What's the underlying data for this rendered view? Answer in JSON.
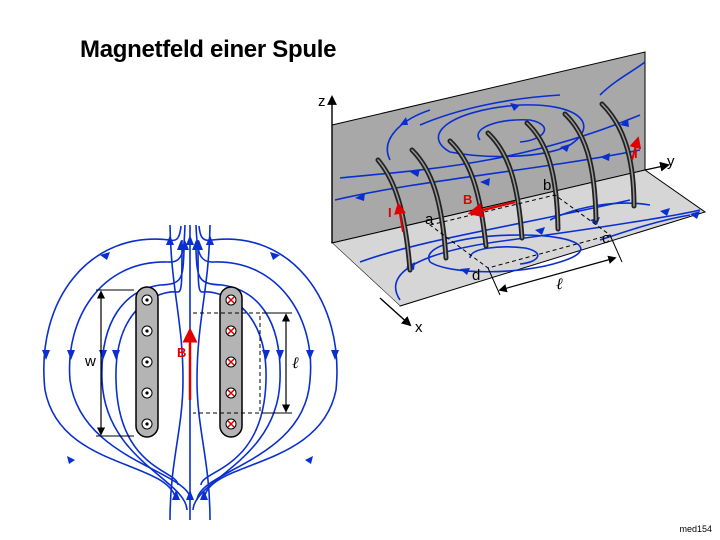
{
  "title": "Magnetfeld einer Spule",
  "footer": "med154",
  "left_diagram": {
    "width_label": "w",
    "length_label": "ℓ",
    "field_label": "B"
  },
  "right_diagram": {
    "axis_z": "z",
    "axis_y": "y",
    "axis_x": "x",
    "point_a": "a",
    "point_b": "b",
    "point_c": "c",
    "point_d": "d",
    "length_label": "ℓ",
    "field_label": "B",
    "current_left": "I",
    "current_right": "I"
  },
  "colors": {
    "field_lines": "#0a2fd0",
    "vector": "#e00000",
    "plane_back": "#a8a8a8",
    "plane_floor": "#d6d6d6",
    "coil": "#b4b4b4"
  }
}
